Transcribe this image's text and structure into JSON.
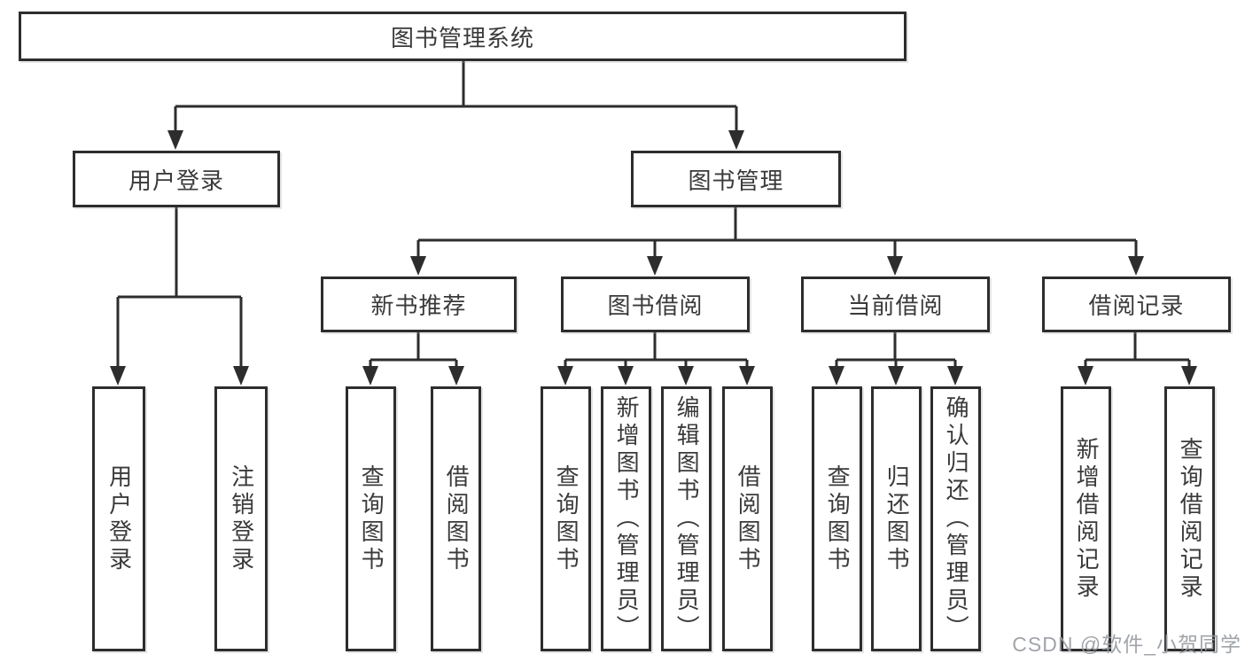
{
  "root": {
    "label": "图书管理系统"
  },
  "level2": [
    {
      "id": "user-login",
      "label": "用户登录"
    },
    {
      "id": "book-management",
      "label": "图书管理"
    }
  ],
  "level3": [
    {
      "id": "new-book-recommend",
      "label": "新书推荐"
    },
    {
      "id": "book-borrow",
      "label": "图书借阅"
    },
    {
      "id": "current-borrow",
      "label": "当前借阅"
    },
    {
      "id": "borrow-records",
      "label": "借阅记录"
    }
  ],
  "leaves": [
    {
      "id": "user-login-action",
      "parent": "user-login",
      "label": "用户登录"
    },
    {
      "id": "logout",
      "parent": "user-login",
      "label": "注销登录"
    },
    {
      "id": "query-books-1",
      "parent": "new-book-recommend",
      "label": "查询图书"
    },
    {
      "id": "borrow-books-1",
      "parent": "new-book-recommend",
      "label": "借阅图书"
    },
    {
      "id": "query-books-2",
      "parent": "book-borrow",
      "label": "查询图书"
    },
    {
      "id": "add-books-admin",
      "parent": "book-borrow",
      "label": "新增图书（管理员）"
    },
    {
      "id": "edit-books-admin",
      "parent": "book-borrow",
      "label": "编辑图书（管理员）"
    },
    {
      "id": "borrow-books-2",
      "parent": "book-borrow",
      "label": "借阅图书"
    },
    {
      "id": "query-books-3",
      "parent": "current-borrow",
      "label": "查询图书"
    },
    {
      "id": "return-books",
      "parent": "current-borrow",
      "label": "归还图书"
    },
    {
      "id": "confirm-return-admin",
      "parent": "current-borrow",
      "label": "确认归还（管理员）"
    },
    {
      "id": "add-borrow-record",
      "parent": "borrow-records",
      "label": "新增借阅记录"
    },
    {
      "id": "query-borrow-record",
      "parent": "borrow-records",
      "label": "查询借阅记录"
    }
  ],
  "watermark": {
    "text": "CSDN @软件_小贺同学"
  },
  "colors": {
    "line": "#2d2d2d",
    "border": "#2d2d2d",
    "text": "#3a3a3a",
    "background": "#ffffff",
    "watermark": "#989ca2"
  }
}
